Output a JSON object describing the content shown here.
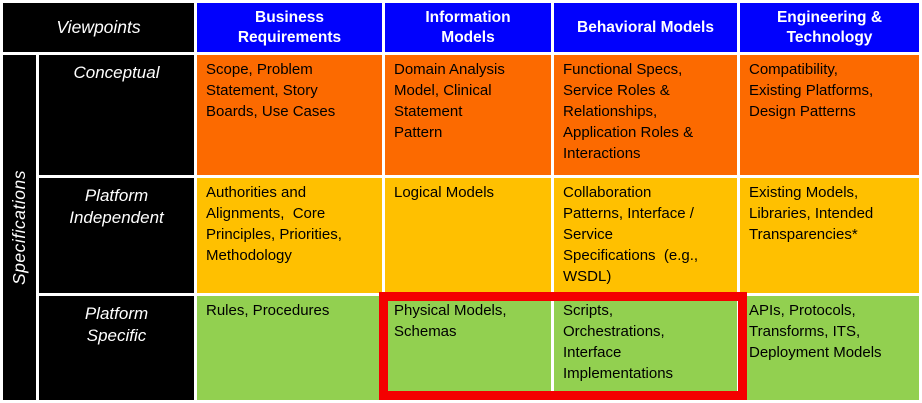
{
  "matrix": {
    "corner_header": "Viewpoints",
    "side_header": "Specifications",
    "column_headers": [
      "Business\nRequirements",
      "Information\nModels",
      "Behavioral Models",
      "Engineering &\nTechnology"
    ],
    "rows": [
      {
        "label": "Conceptual",
        "bg": "#fc6a00",
        "cells": [
          "Scope, Problem\nStatement, Story\nBoards, Use Cases",
          "Domain Analysis\nModel, Clinical\nStatement\nPattern",
          "Functional Specs,\nService Roles &\nRelationships,\nApplication Roles &\nInteractions",
          "Compatibility,\nExisting Platforms,\nDesign Patterns"
        ]
      },
      {
        "label": "Platform\nIndependent",
        "bg": "#ffc000",
        "cells": [
          "Authorities and\nAlignments,  Core\nPrinciples, Priorities,\nMethodology",
          "Logical Models",
          "Collaboration\nPatterns, Interface /\nService\nSpecifications  (e.g.,\nWSDL)",
          "Existing Models,\nLibraries, Intended\nTransparencies*"
        ]
      },
      {
        "label": "Platform\nSpecific",
        "bg": "#92d050",
        "cells": [
          "Rules, Procedures",
          "Physical Models,\nSchemas",
          "Scripts,\nOrchestrations,\nInterface\nImplementations",
          "APIs, Protocols,\nTransforms, ITS,\nDeployment Models"
        ]
      }
    ],
    "colors": {
      "header_bg": "#0101fd",
      "label_bg": "#000000",
      "header_text": "#ffffff",
      "cell_text": "#000000",
      "highlight": "#f40000"
    }
  }
}
